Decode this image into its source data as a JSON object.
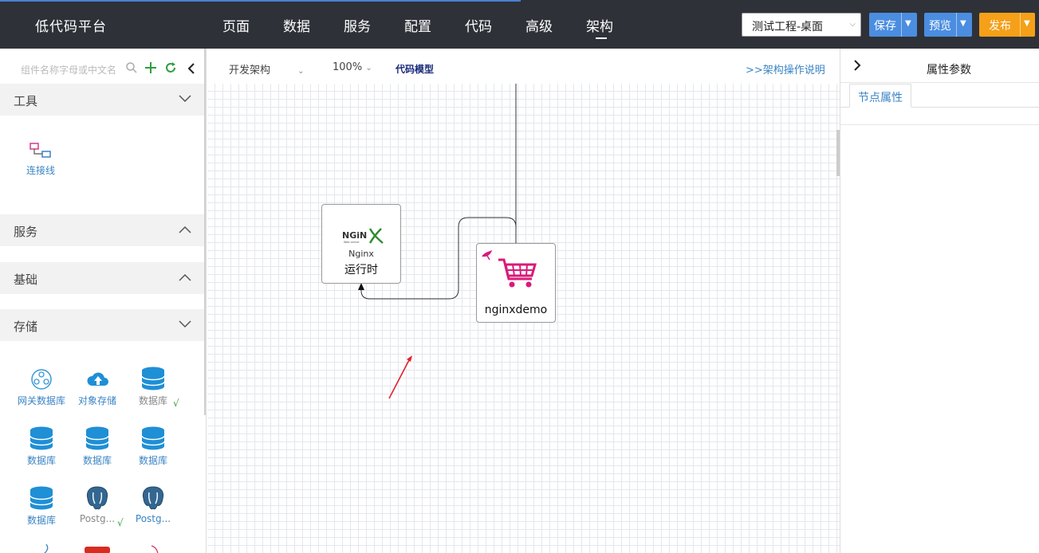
{
  "app": {
    "title": "低代码平台"
  },
  "nav": {
    "items": [
      {
        "label": "页面"
      },
      {
        "label": "数据"
      },
      {
        "label": "服务"
      },
      {
        "label": "配置"
      },
      {
        "label": "代码"
      },
      {
        "label": "高级"
      },
      {
        "label": "架构"
      }
    ],
    "active": "架构"
  },
  "toolbar": {
    "project": "测试工程-桌面",
    "save_label": "保存",
    "preview_label": "预览",
    "publish_label": "发布"
  },
  "colors": {
    "topbar": "#2e3138",
    "save": "#4b8de0",
    "preview": "#4b8de0",
    "publish": "#f5a018",
    "link": "#3a84c4",
    "database": "#1f8fd6"
  },
  "sidebar": {
    "search_placeholder": "组件名称字母或中文名",
    "sections": [
      {
        "title": "工具",
        "expanded": true,
        "items": [
          {
            "label": "连接线",
            "icon": "connector-icon"
          }
        ]
      },
      {
        "title": "服务",
        "expanded": false
      },
      {
        "title": "基础",
        "expanded": false
      },
      {
        "title": "存储",
        "expanded": true,
        "items": [
          {
            "label": "网关数据库",
            "icon": "gateway-db-icon"
          },
          {
            "label": "对象存储",
            "icon": "cloud-upload-icon"
          },
          {
            "label": "数据库",
            "icon": "database-icon",
            "checked": true
          },
          {
            "label": "数据库",
            "icon": "database-icon"
          },
          {
            "label": "数据库",
            "icon": "database-icon"
          },
          {
            "label": "数据库",
            "icon": "database-icon"
          },
          {
            "label": "数据库",
            "icon": "database-icon"
          },
          {
            "label": "Postg...",
            "icon": "postgres-icon",
            "checked": true
          },
          {
            "label": "Postg...",
            "icon": "postgres-icon"
          }
        ]
      }
    ],
    "checkmark": "√"
  },
  "canvas_toolbar": {
    "arch_select": "开发架构",
    "zoom": "100%",
    "code_model": "代码模型",
    "help_link": ">>架构操作说明"
  },
  "canvas": {
    "nodes": [
      {
        "name": "Nginx",
        "subtitle": "运行时",
        "icon": "nginx-logo-icon"
      },
      {
        "name": "nginxdemo",
        "icon": "shopping-cart-icon"
      }
    ]
  },
  "right_panel": {
    "title": "属性参数",
    "tabs": [
      {
        "label": "节点属性"
      }
    ]
  }
}
